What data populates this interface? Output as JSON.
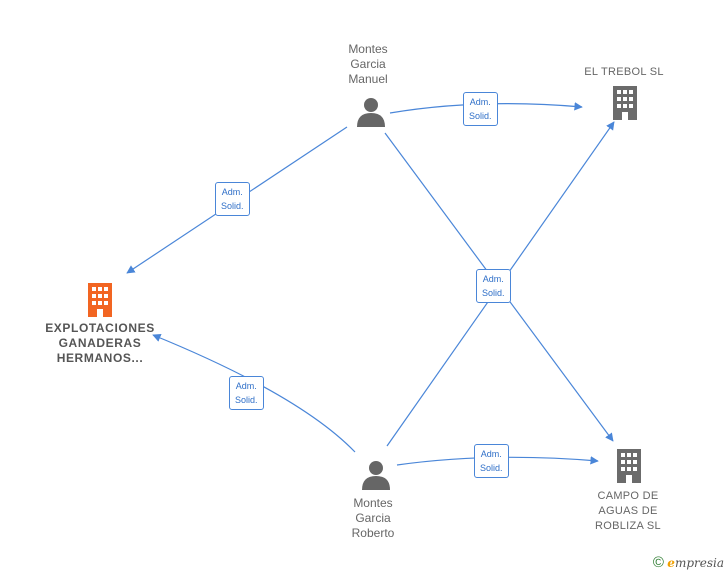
{
  "nodes": {
    "manuel": {
      "label": "Montes\nGarcia\nManuel",
      "type": "person"
    },
    "roberto": {
      "label": "Montes\nGarcia\nRoberto",
      "type": "person"
    },
    "trebol": {
      "label": "EL TREBOL  SL",
      "type": "company"
    },
    "campo": {
      "label": "CAMPO DE\nAGUAS DE\nROBLIZA SL",
      "type": "company"
    },
    "explotaciones": {
      "label": "EXPLOTACIONES\nGANADERAS\nHERMANOS...",
      "type": "company-main"
    }
  },
  "edges": [
    {
      "id": "manuel-trebol",
      "label": "Adm.\nSolid."
    },
    {
      "id": "manuel-explotaciones",
      "label": "Adm.\nSolid."
    },
    {
      "id": "cross",
      "label": "Adm.\nSolid."
    },
    {
      "id": "roberto-explotaciones",
      "label": "Adm.\nSolid."
    },
    {
      "id": "roberto-campo",
      "label": "Adm.\nSolid."
    }
  ],
  "colors": {
    "edge": "#4a86d8",
    "person_icon": "#666666",
    "company_icon": "#6b6b6b",
    "main_company_icon": "#f26522"
  },
  "footer": {
    "copyright": "©",
    "brand_e": "e",
    "brand_rest": "mpresia"
  }
}
